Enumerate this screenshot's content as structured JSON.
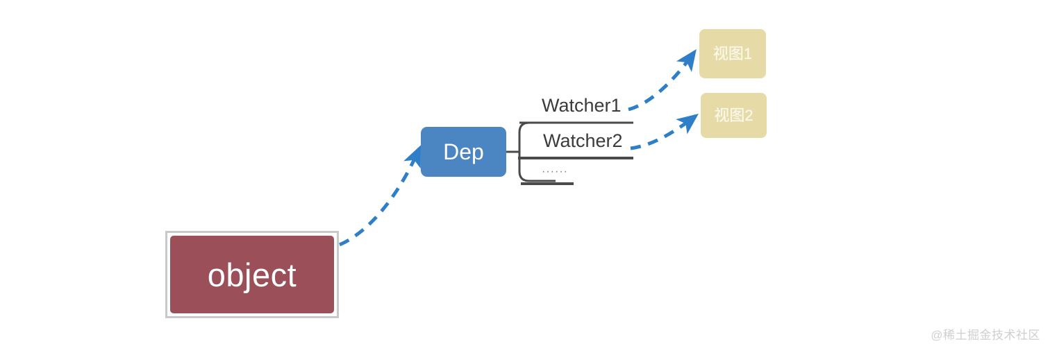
{
  "diagram": {
    "type": "dependency-flow",
    "colors": {
      "object_fill": "#9b5059",
      "object_border": "#c9c9c9",
      "dep_fill": "#4b86c2",
      "view_fill": "#e6dba6",
      "arrow": "#2f7fc8",
      "connector": "#4a4a4a",
      "text_dark": "#3b3b3b",
      "watermark": "#cfcfcf"
    },
    "nodes": {
      "object": {
        "label": "object"
      },
      "dep": {
        "label": "Dep"
      },
      "views": [
        {
          "label": "视图1"
        },
        {
          "label": "视图2"
        }
      ]
    },
    "watchers": [
      {
        "label": "Watcher1"
      },
      {
        "label": "Watcher2"
      },
      {
        "label": "······"
      }
    ],
    "edges": [
      {
        "from": "object",
        "to": "dep",
        "style": "dashed",
        "arrow": true
      },
      {
        "from": "Watcher1",
        "to": "视图1",
        "style": "dashed",
        "arrow": true
      },
      {
        "from": "Watcher2",
        "to": "视图2",
        "style": "dashed",
        "arrow": true
      },
      {
        "from": "dep",
        "to": "watcher-list",
        "style": "solid-bracket",
        "arrow": false
      }
    ],
    "watermark": "@稀土掘金技术社区"
  }
}
